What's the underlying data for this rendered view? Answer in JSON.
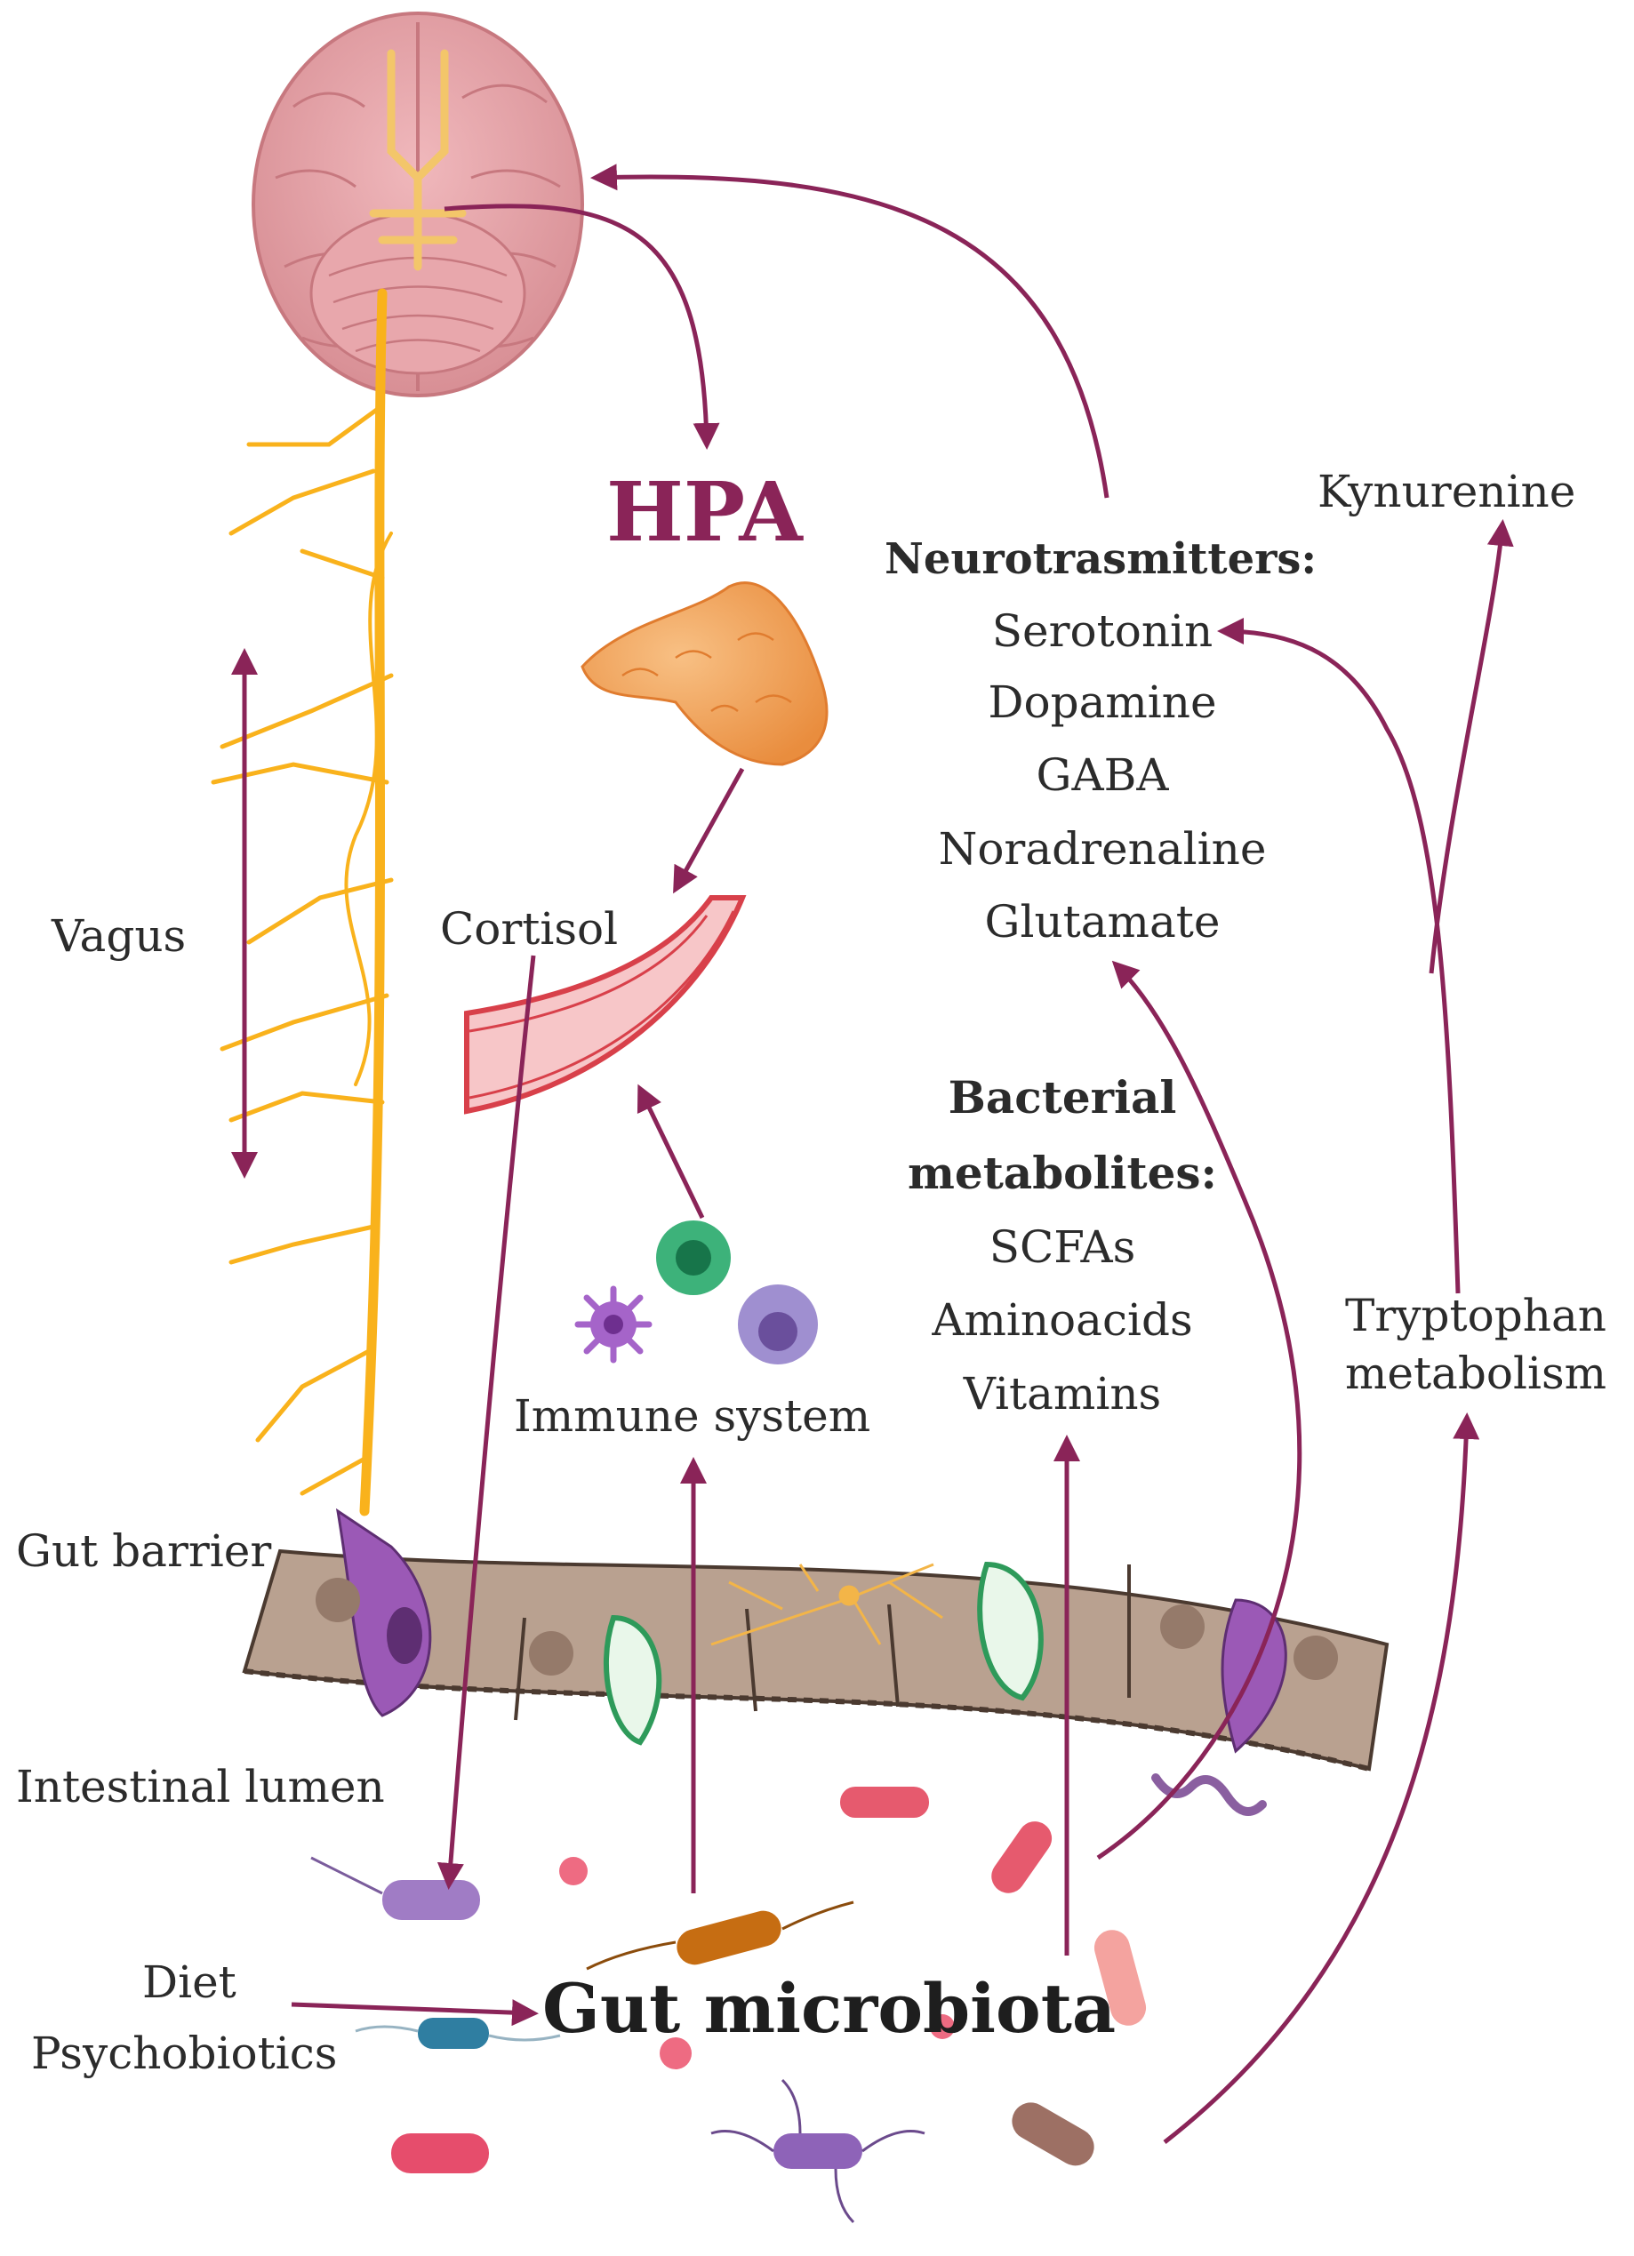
{
  "labels": {
    "hpa": "HPA",
    "neurotransmitters_title": "Neurotrasmitters:",
    "neurotransmitters": [
      "Serotonin",
      "Dopamine",
      "GABA",
      "Noradrenaline",
      "Glutamate"
    ],
    "kynurenine": "Kynurenine",
    "vagus": "Vagus",
    "cortisol": "Cortisol",
    "bacterial_metabolites_title": [
      "Bacterial",
      "metabolites:"
    ],
    "bacterial_metabolites": [
      "SCFAs",
      "Aminoacids",
      "Vitamins"
    ],
    "tryptophan": [
      "Tryptophan",
      "metabolism"
    ],
    "immune_system": "Immune system",
    "gut_barrier": "Gut barrier",
    "intestinal_lumen": "Intestinal lumen",
    "diet": "Diet",
    "psychobiotics": "Psychobiotics",
    "gut_microbiota": "Gut microbiota"
  },
  "colors": {
    "arrow": "#8a2458",
    "nerve": "#f9b21c",
    "brain": "#e6a3a8",
    "gland": "#f3a45c",
    "vessel": "#d8404a",
    "epithelium": "#b9a190",
    "goblet_cell": "#2e9a5a",
    "enteroendocrine_cell": "#9b59b6"
  }
}
